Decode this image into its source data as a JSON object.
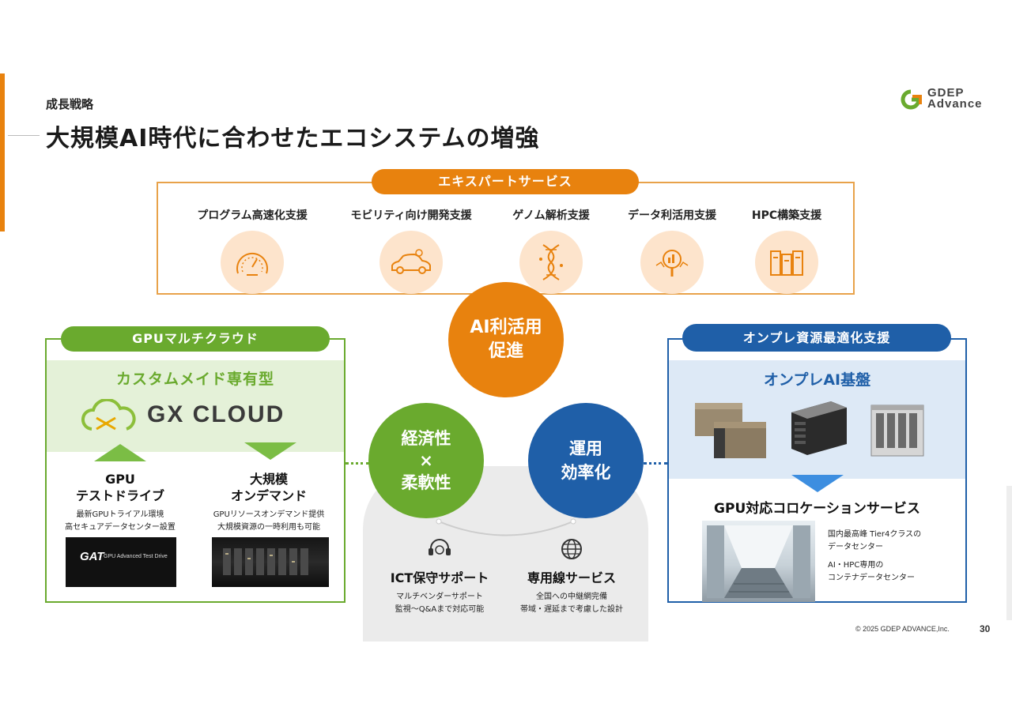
{
  "header": {
    "section_label": "成長戦略",
    "title": "大規模AI時代に合わせたエコシステムの増強",
    "logo_line1": "GDEP",
    "logo_line2": "Advance"
  },
  "expert": {
    "title": "エキスパートサービス",
    "services": [
      {
        "label": "プログラム高速化支援",
        "icon": "speedometer-icon"
      },
      {
        "label": "モビリティ向け開発支援",
        "icon": "car-icon"
      },
      {
        "label": "ゲノム解析支援",
        "icon": "dna-icon"
      },
      {
        "label": "データ利活用支援",
        "icon": "data-search-icon"
      },
      {
        "label": "HPC構築支援",
        "icon": "server-icon"
      }
    ]
  },
  "center": {
    "ai": {
      "line1": "AI利活用",
      "line2": "促進"
    },
    "econ": {
      "line1": "経済性",
      "line2": "×",
      "line3": "柔軟性"
    },
    "ops": {
      "line1": "運用",
      "line2": "効率化"
    }
  },
  "gpu_cloud": {
    "title": "GPUマルチクラウド",
    "subtitle": "カスタムメイド専有型",
    "brand": "GX CLOUD",
    "options": [
      {
        "title1": "GPU",
        "title2": "テストドライブ",
        "desc1": "最新GPUトライアル環境",
        "desc2": "高セキュアデータセンター設置",
        "thumb_text": "GAT",
        "thumb_sub": "GPU Advanced Test Drive"
      },
      {
        "title1": "大規模",
        "title2": "オンデマンド",
        "desc1": "GPUリソースオンデマンド提供",
        "desc2": "大規模資源の一時利用も可能"
      }
    ]
  },
  "onprem": {
    "title": "オンプレ資源最適化支援",
    "subtitle": "オンプレAI基盤",
    "colocation_title": "GPU対応コロケーションサービス",
    "points": [
      {
        "line1": "国内最高峰 Tier4クラスの",
        "line2": "データセンター"
      },
      {
        "line1": "AI・HPC専用の",
        "line2": "コンテナデータセンター"
      }
    ]
  },
  "bottom": [
    {
      "title": "ICT保守サポート",
      "desc1": "マルチベンダーサポート",
      "desc2": "監視～Q&Aまで対応可能",
      "icon": "headset-icon"
    },
    {
      "title": "専用線サービス",
      "desc1": "全国への中継網完備",
      "desc2": "帯域・遅延まで考慮した設計",
      "icon": "globe-icon"
    }
  ],
  "footer": {
    "copyright": "© 2025 GDEP ADVANCE,Inc.",
    "page": "30"
  },
  "colors": {
    "orange": "#e8820e",
    "green": "#6aaa2e",
    "blue": "#1f5fa8"
  }
}
